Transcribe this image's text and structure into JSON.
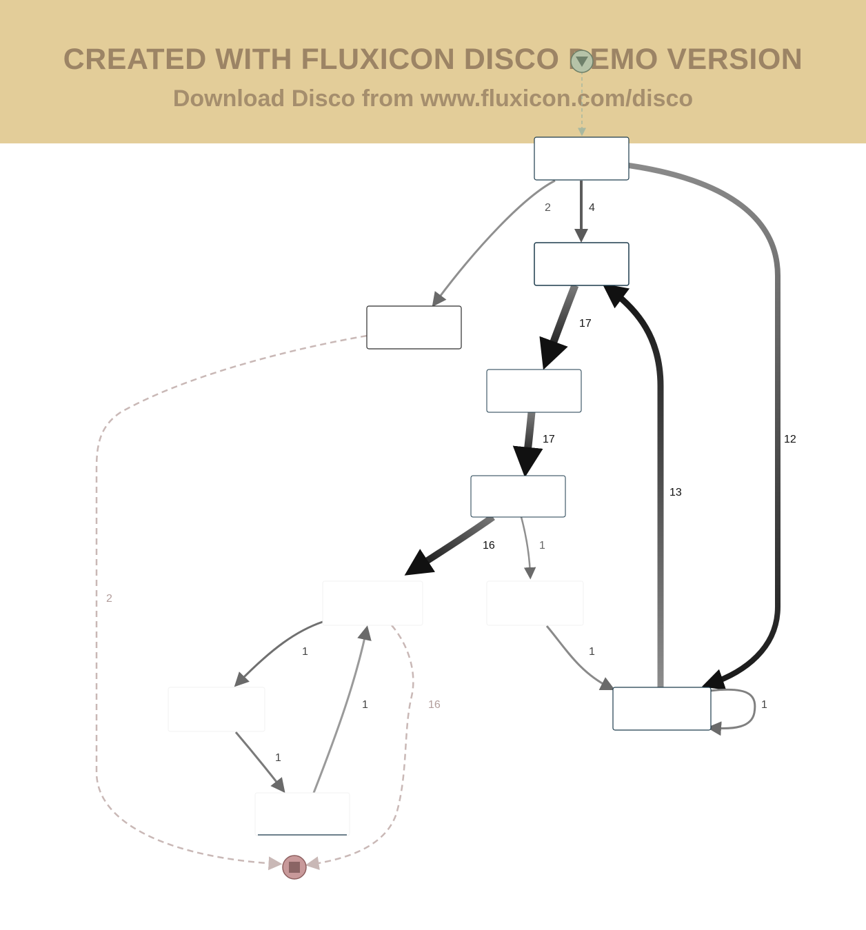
{
  "banner": {
    "title": "CREATED WITH FLUXICON DISCO DEMO VERSION",
    "subtitle": "Download Disco from www.fluxicon.com/disco"
  },
  "colors": {
    "banner_bg": "#e3cd99",
    "banner_text": "#9c8465",
    "node_border": "#1b3a4b",
    "edge_dark": "#111111",
    "edge_mid": "#6a6a6a",
    "edge_light": "#9a9a9a",
    "endpoint_edge": "#c9b8b6",
    "start_node": "#b6c3a8",
    "end_node": "#c8999a"
  },
  "diagram": {
    "start_icon": "play-triangle-icon",
    "end_icon": "stop-square-icon",
    "edge_labels": {
      "a_to_b": "4",
      "a_to_c": "2",
      "a_to_j": "12",
      "b_to_d": "17",
      "d_to_e": "17",
      "e_to_f": "16",
      "e_to_g": "1",
      "f_to_h": "1",
      "i_to_f": "1",
      "h_to_i": "1",
      "g_to_j": "1",
      "j_to_b": "13",
      "j_self": "1",
      "c_to_end": "2",
      "f_to_end": "16"
    }
  }
}
